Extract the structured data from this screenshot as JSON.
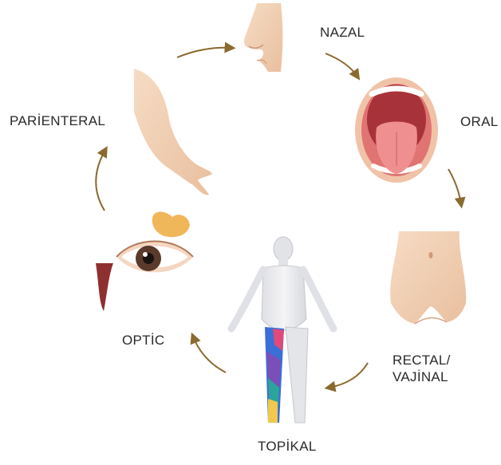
{
  "routes": [
    {
      "id": "nazal",
      "label": "NAZAL",
      "icon": "nose-icon"
    },
    {
      "id": "oral",
      "label": "ORAL",
      "icon": "open-mouth-icon"
    },
    {
      "id": "rectal",
      "label": "RECTAL/",
      "label_line2": "VAJİNAL",
      "icon": "lower-torso-icon"
    },
    {
      "id": "topikal",
      "label": "TOPİKAL",
      "icon": "human-body-skin-icon"
    },
    {
      "id": "optic",
      "label": "OPTİC",
      "icon": "eye-icon"
    },
    {
      "id": "parienteral",
      "label": "PARİENTERAL",
      "icon": "arm-icon"
    }
  ],
  "colors": {
    "arrow": "#8a6a2e",
    "skin": "#f3d6bd",
    "skin_shade": "#e3b796",
    "mouth": "#e87b7a",
    "tongue": "#ef8f8f",
    "text": "#2a2a2a"
  }
}
